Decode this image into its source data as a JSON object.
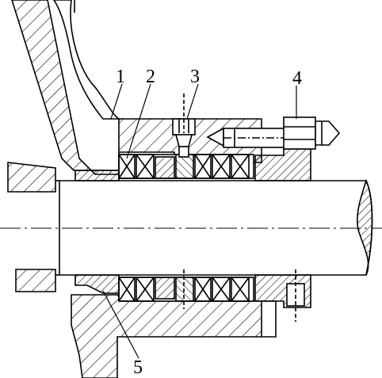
{
  "callouts": [
    {
      "id": "1"
    },
    {
      "id": "2"
    },
    {
      "id": "3"
    },
    {
      "id": "4"
    },
    {
      "id": "5"
    }
  ],
  "colors": {
    "line": "#000000",
    "background": "#ffffff"
  }
}
